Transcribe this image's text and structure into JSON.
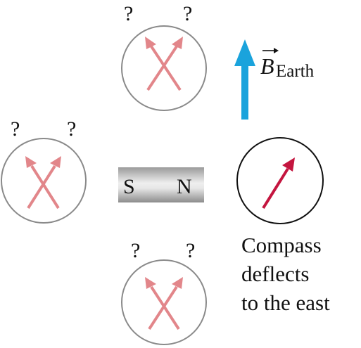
{
  "colors": {
    "uncertain_needle": "#e2868a",
    "deflected_needle": "#c4153f",
    "earth_field_arrow": "#1aa3dc",
    "circle_stroke_gray": "#8a8a8a",
    "circle_stroke_black": "#111111"
  },
  "question_mark": "?",
  "magnet": {
    "south_label": "S",
    "north_label": "N"
  },
  "earth_field": {
    "symbol": "B",
    "subscript": "Earth"
  },
  "caption": {
    "line1": "Compass",
    "line2": "deflects",
    "line3": "to the east"
  },
  "compasses": [
    {
      "position": "top",
      "state": "unknown"
    },
    {
      "position": "left",
      "state": "unknown"
    },
    {
      "position": "bottom",
      "state": "unknown"
    },
    {
      "position": "right",
      "state": "deflected-east"
    }
  ]
}
